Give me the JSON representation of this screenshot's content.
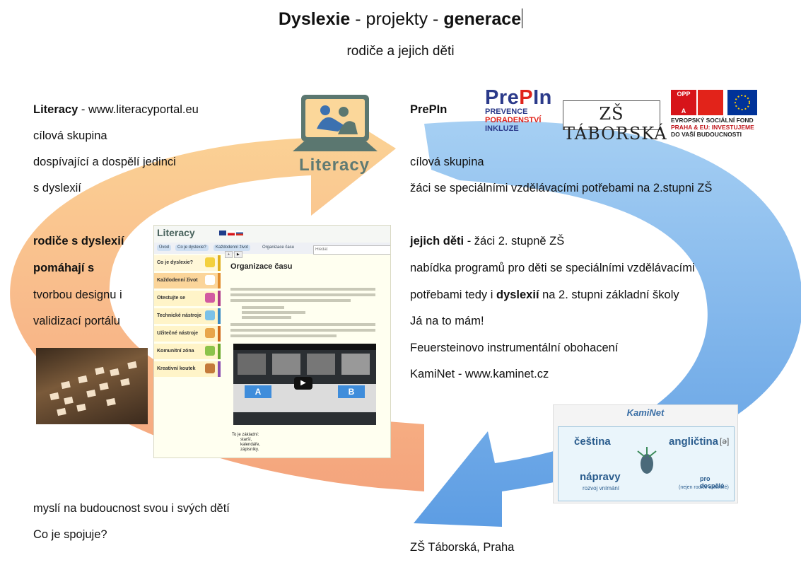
{
  "title": {
    "part1": "Dyslexie",
    "sep1": " - projekty - ",
    "part2": "generace"
  },
  "subtitle": "rodiče a jejich děti",
  "left": {
    "literacy_label": "Literacy",
    "literacy_url": " - www.literacyportal.eu",
    "line2": "cílová skupina",
    "line3": "dospívající a dospělí jedinci",
    "line4": "s dyslexií",
    "parents_bold1": "rodiče s dyslexií",
    "parents_bold2": "pomáhají s",
    "parents_line3": "tvorbou designu i",
    "parents_line4": "validizací portálu",
    "bottom1": "myslí na budoucnost svou i svých dětí",
    "bottom2": "Co je spojuje?"
  },
  "right": {
    "prepin_label": "PrePIn",
    "line2": "cílová skupina",
    "line3": "žáci se speciálními vzdělávacími potřebami na 2.stupni ZŠ",
    "children_bold": "jejich děti",
    "children_rest": " - žáci 2. stupně ZŠ",
    "line5": "nabídka programů pro děti se speciálními vzdělávacími",
    "line6a": "potřebami tedy i ",
    "line6b": "dyslexií",
    "line6c": " na 2. stupni základní školy",
    "line7": "Já na to mám!",
    "line8": "Feuersteinovo instrumentální obohacení",
    "line9": "KamiNet - www.kaminet.cz",
    "footer": "ZŠ Táborská, Praha"
  },
  "logos": {
    "literacy_logo_text": "Literacy",
    "prepin_pre": "Pre",
    "prepin_p": "P",
    "prepin_in": "In",
    "prepin_line1": "PREVENCE",
    "prepin_line2": "PORADENSTVÍ",
    "prepin_line3": "INKLUZE",
    "zs_logo_text": "ZŠ TÁBORSKÁ",
    "opp_line1": "EVROPSKÝ SOCIÁLNÍ FOND",
    "opp_line2": "PRAHA & EU: INVESTUJEME",
    "opp_line3": "DO VAŠÍ BUDOUCNOSTI"
  },
  "portal": {
    "logo": "Literacy",
    "heading": "Organizace času",
    "menu": [
      "Co je dyslexie?",
      "Každodenní život",
      "Otestujte se",
      "Technické nástroje",
      "Užitečné nástroje",
      "Komunitní zóna",
      "Kreativní koutek"
    ],
    "crumbs": [
      "Úvod",
      "Co je dyslexie?",
      "Každodenní život",
      "Organizace času"
    ],
    "search_placeholder": "Hledat",
    "video_label_a": "A",
    "video_label_b": "B",
    "footer_lines": [
      "To je základní:",
      "starší,",
      "kalendáře,",
      "zápisníky."
    ]
  },
  "kaminet": {
    "title": "KamiNet",
    "cestina": "čeština",
    "anglictina": "angličtina",
    "ipa": "[ə]",
    "napravy": "nápravy",
    "rozvoj": "rozvoj vnímání",
    "pro_dospele": "pro dospělé",
    "sub": "(nejen rodiče a učitelé)"
  },
  "colors": {
    "orange_arrow": "#f6a96e",
    "yellow_arrow": "#f9d187",
    "blue_arrow": "#5aa0e6",
    "prepin_blue": "#2b3a8a",
    "prepin_red": "#e0241b"
  }
}
